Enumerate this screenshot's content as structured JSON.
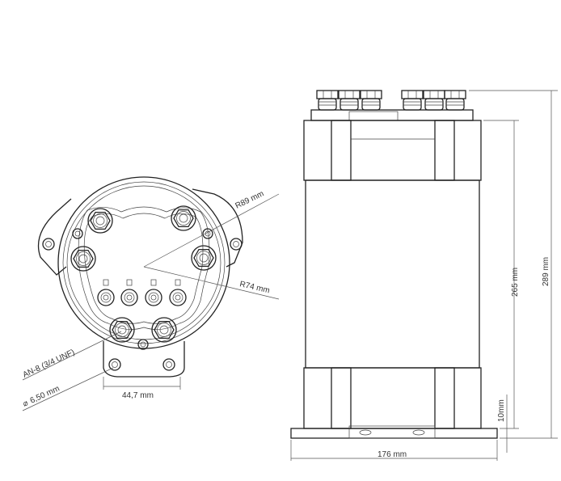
{
  "top_view": {
    "labels": {
      "outer_radius": "R89 mm",
      "inner_radius": "R74 mm",
      "fitting": "AN-8 (3/4 UNF)",
      "hole_diameter": "6,50 mm",
      "hole_spacing": "44,7 mm"
    }
  },
  "side_view": {
    "labels": {
      "body_height": "265 mm",
      "total_height": "289 mm",
      "base_height": "10mm",
      "width": "176 mm"
    }
  }
}
